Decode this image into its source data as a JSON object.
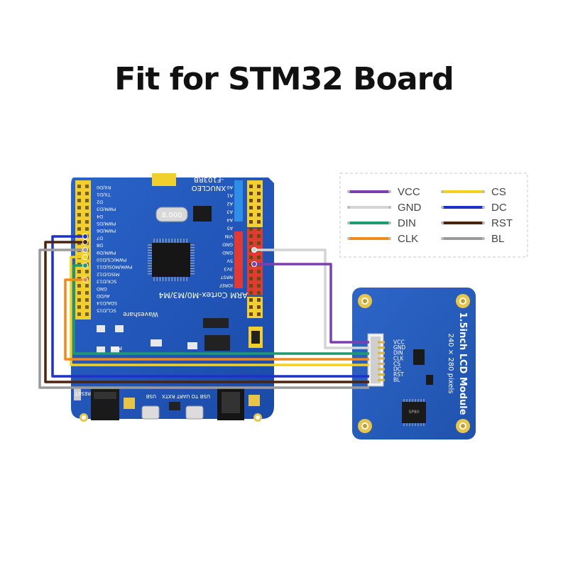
{
  "title": "Fit for STM32 Board",
  "legend": [
    {
      "label": "VCC",
      "color": "#7b3fb0"
    },
    {
      "label": "GND",
      "color": "#d4d4d4"
    },
    {
      "label": "DIN",
      "color": "#1f9a6e"
    },
    {
      "label": "CLK",
      "color": "#f08a1c"
    },
    {
      "label": "CS",
      "color": "#f2d21c"
    },
    {
      "label": "DC",
      "color": "#1e32c8"
    },
    {
      "label": "RST",
      "color": "#4a2410"
    },
    {
      "label": "BL",
      "color": "#9a9a9a"
    }
  ],
  "stm32_board": {
    "arch": "ARM Cortex-M0/M3/M4",
    "brand": "Waveshare",
    "series": "XNUCLEO",
    "model": "-F103RB",
    "crystal": "8.000",
    "usb_label": "USB",
    "uart_label": "USB TO UART RXTX",
    "reset_label": "RESET",
    "power_label": "PWR",
    "ioref_label": "IOREF",
    "left_pins": [
      "RX/D0",
      "TX/D1",
      "D2",
      "PWM/D3",
      "D4",
      "PWM/D5",
      "PWM/D6",
      "D7",
      "D8",
      "PWM/D9",
      "PWM/CS/D10",
      "PWM/MOSI/D11",
      "MISO/D12",
      "SCK/D13",
      "GND",
      "AVDD",
      "SDA/D14",
      "SCL/D15"
    ],
    "right_pins": [
      "A0",
      "A1",
      "A2",
      "A3",
      "A4",
      "A5",
      "VIN",
      "GND",
      "GND",
      "5V",
      "3V3",
      "NRST",
      "IOREF"
    ]
  },
  "lcd_module": {
    "name": "1.5inch LCD Module",
    "resolution": "240 × 280 pixels",
    "pins": [
      "VCC",
      "GND",
      "DIN",
      "CLK",
      "CS",
      "DC",
      "RST",
      "BL"
    ],
    "chip": "SP80"
  },
  "icons": [
    "mounting-hole-icon",
    "usb-port-icon",
    "reset-button-icon",
    "power-jack-icon"
  ]
}
